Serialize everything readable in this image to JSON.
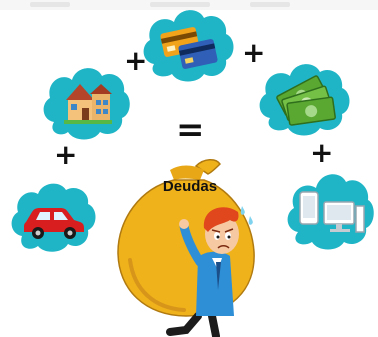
{
  "illustration": {
    "sack_label": "Deudas",
    "plus_sign": "+",
    "equals_sign": "=",
    "items": [
      {
        "name": "car",
        "icon": "car-icon",
        "color": "#d81e1e"
      },
      {
        "name": "house",
        "icon": "house-icon",
        "color": "#f4c27a"
      },
      {
        "name": "credit-cards",
        "icon": "credit-card-icon",
        "color": "#f2a31c"
      },
      {
        "name": "money",
        "icon": "money-icon",
        "color": "#5aa832"
      },
      {
        "name": "devices",
        "icon": "computer-icon",
        "color": "#ffffff"
      }
    ],
    "colors": {
      "cloud": "#1fb5c6",
      "cloud_dark": "#13a2b3",
      "sack": "#f0b21b",
      "sack_shadow": "#d7951a",
      "shirt": "#2f8fd6",
      "hair": "#e0471d"
    }
  }
}
